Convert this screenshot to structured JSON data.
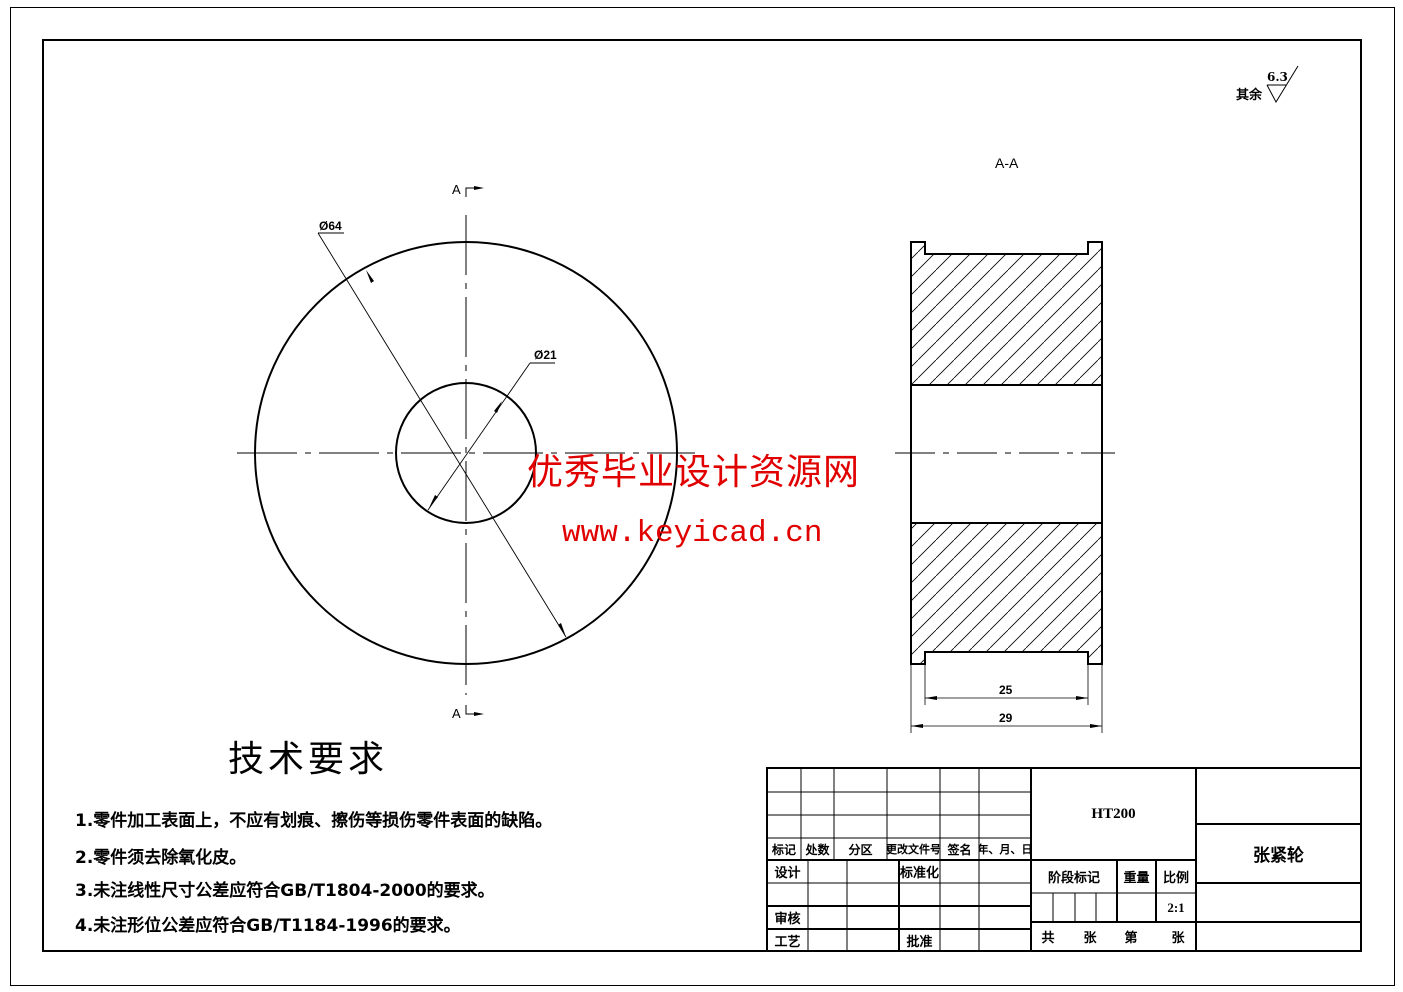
{
  "drawing": {
    "surface_roughness": {
      "prefix": "其余",
      "value": "6.3"
    },
    "section_label": "A-A",
    "section_markers": {
      "top": "A",
      "bottom": "A"
    },
    "front_view": {
      "outer_diameter_label": "Ø64",
      "inner_diameter_label": "Ø21"
    },
    "section_view": {
      "inner_width_label": "25",
      "outer_width_label": "29"
    }
  },
  "watermark": {
    "line1": "优秀毕业设计资源网",
    "line2": "www.keyicad.cn",
    "color": "#e00000"
  },
  "technical_requirements": {
    "title": "技术要求",
    "items": [
      "1.零件加工表面上，不应有划痕、擦伤等损伤零件表面的缺陷。",
      "2.零件须去除氧化皮。",
      "3.未注线性尺寸公差应符合GB/T1804-2000的要求。",
      "4.未注形位公差应符合GB/T1184-1996的要求。"
    ]
  },
  "title_block": {
    "revision_headers": [
      "标记",
      "处数",
      "分区",
      "更改文件号",
      "签名",
      "年、月、日"
    ],
    "design": "设计",
    "standardization": "标准化",
    "review": "审核",
    "process": "工艺",
    "approve": "批准",
    "material": "HT200",
    "stage_mark": "阶段标记",
    "weight": "重量",
    "scale_label": "比例",
    "scale_value": "2:1",
    "sheet_total": "共",
    "sheet_unit1": "张",
    "sheet_no": "第",
    "sheet_unit2": "张",
    "part_name": "张紧轮"
  }
}
